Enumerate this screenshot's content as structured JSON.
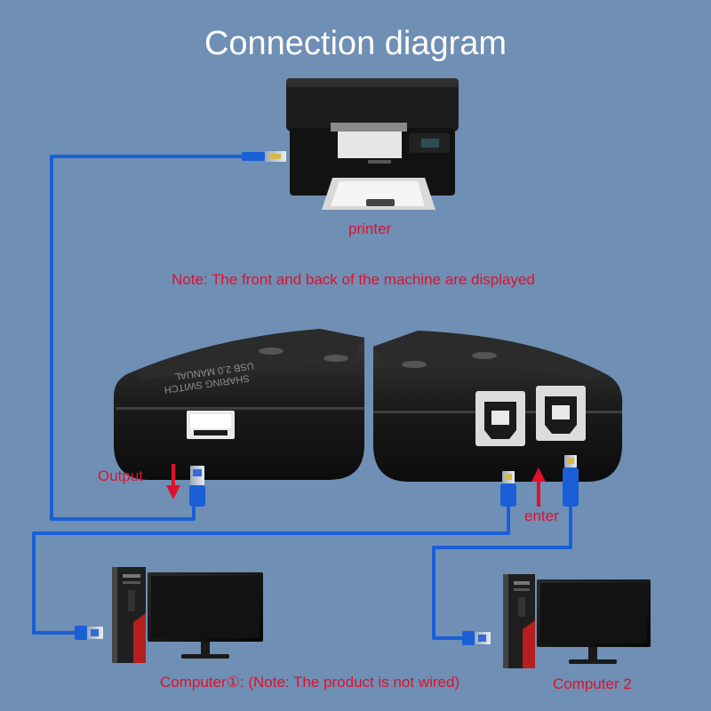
{
  "title": "Connection diagram",
  "labels": {
    "printer": "printer",
    "note": "Note: The front and back of the machine are displayed",
    "output": "Output",
    "enter": "enter",
    "computer1": "Computer①: (Note: The product is not wired)",
    "computer2": "Computer 2"
  },
  "device_text": {
    "line1": "USB 2.0 MANUAL",
    "line2": "SHARING SWITCH"
  },
  "colors": {
    "background": "#6f8fb5",
    "cable": "#1a5fd6",
    "label_red": "#e0112b",
    "title": "#ffffff"
  }
}
